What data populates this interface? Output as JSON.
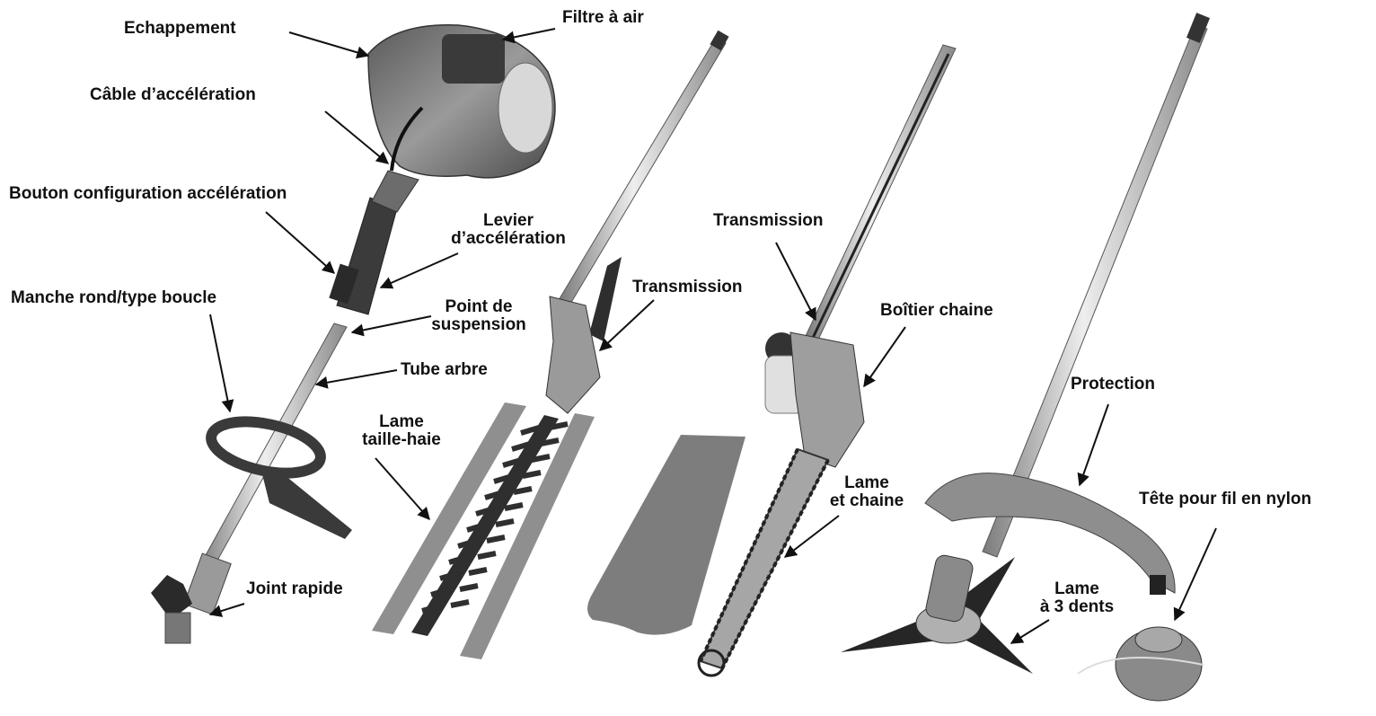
{
  "labels": {
    "echappement": "Echappement",
    "filtre_air": "Filtre à air",
    "cable_acceleration": "Câble d’accélération",
    "bouton_config": "Bouton configuration accélération",
    "levier_line1": "Levier",
    "levier_line2": "d’accélération",
    "manche": "Manche rond/type boucle",
    "point_line1": "Point de",
    "point_line2": "suspension",
    "tube_arbre": "Tube arbre",
    "transmission_hedge": "Transmission",
    "transmission_saw": "Transmission",
    "boitier_chaine": "Boîtier chaine",
    "lame_taille_line1": "Lame",
    "lame_taille_line2": "taille-haie",
    "lame_chaine_line1": "Lame",
    "lame_chaine_line2": "et chaine",
    "protection": "Protection",
    "tete_nylon": "Tête pour fil en nylon",
    "lame_3_line1": "Lame",
    "lame_3_line2": "à 3 dents",
    "joint_rapide": "Joint rapide"
  },
  "colors": {
    "metal_dark": "#3a3a3a",
    "metal_mid": "#8a8a8a",
    "metal_light": "#d4d4d4",
    "blade_grey": "#8f8f8f",
    "cover_grey": "#7d7d7d",
    "label": "#111111",
    "arrow": "#111111"
  }
}
